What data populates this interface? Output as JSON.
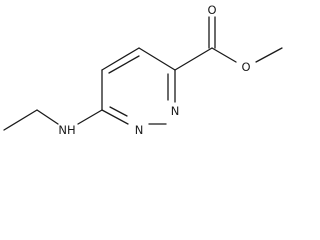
{
  "molecule": {
    "atoms": {
      "oxygen_carbonyl": "O",
      "oxygen_ester": "O",
      "nitrogen_ring_2": "N",
      "nitrogen_ring_1": "N",
      "amine": "NH"
    }
  }
}
